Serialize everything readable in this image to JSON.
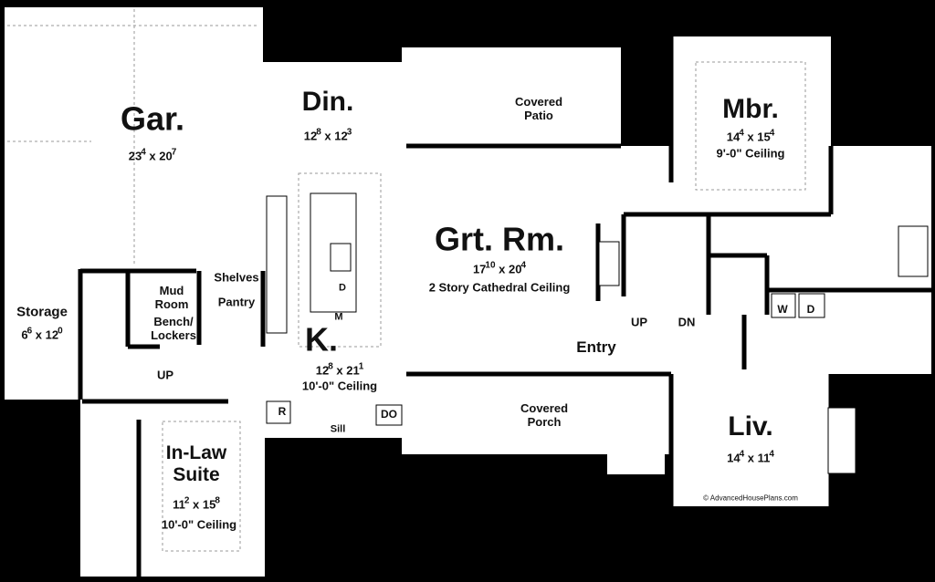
{
  "rooms": {
    "garage": {
      "name": "Gar.",
      "dims": [
        "23",
        "4",
        "20",
        "7"
      ]
    },
    "dining": {
      "name": "Din.",
      "dims": [
        "12",
        "8",
        "12",
        "3"
      ]
    },
    "covered_patio": {
      "line1": "Covered",
      "line2": "Patio"
    },
    "master_bedroom": {
      "name": "Mbr.",
      "dims": [
        "14",
        "4",
        "15",
        "4"
      ],
      "ceiling": "9'-0\" Ceiling"
    },
    "great_room": {
      "name": "Grt. Rm.",
      "dims": [
        "17",
        "10",
        "20",
        "4"
      ],
      "ceiling": "2 Story Cathedral Ceiling"
    },
    "storage": {
      "name": "Storage",
      "dims": [
        "6",
        "6",
        "12",
        "0"
      ]
    },
    "mud_room": {
      "line1": "Mud",
      "line2": "Room",
      "bench1": "Bench/",
      "bench2": "Lockers"
    },
    "pantry": {
      "shelves": "Shelves",
      "name": "Pantry"
    },
    "kitchen": {
      "name": "K.",
      "dims": [
        "12",
        "8",
        "21",
        "1"
      ],
      "ceiling": "10'-0\" Ceiling",
      "island_d": "D",
      "island_m": "M",
      "fridge": "R",
      "sill": "Sill",
      "double_oven": "DO"
    },
    "stairs_mud": {
      "up": "UP"
    },
    "main_stairs": {
      "up": "UP",
      "down": "DN"
    },
    "entry": {
      "name": "Entry"
    },
    "laundry": {
      "washer": "W",
      "dryer": "D"
    },
    "covered_porch": {
      "line1": "Covered",
      "line2": "Porch"
    },
    "living": {
      "name": "Liv.",
      "dims": [
        "14",
        "4",
        "11",
        "4"
      ]
    },
    "in_law_suite": {
      "line1": "In-Law",
      "line2": "Suite",
      "dims": [
        "11",
        "2",
        "15",
        "8"
      ],
      "ceiling": "10'-0\" Ceiling"
    }
  },
  "watermark": "© AdvancedHousePlans.com",
  "colors": {
    "background": "#000000",
    "floor": "#ffffff",
    "walls": "#000000",
    "dashed": "#999999"
  }
}
